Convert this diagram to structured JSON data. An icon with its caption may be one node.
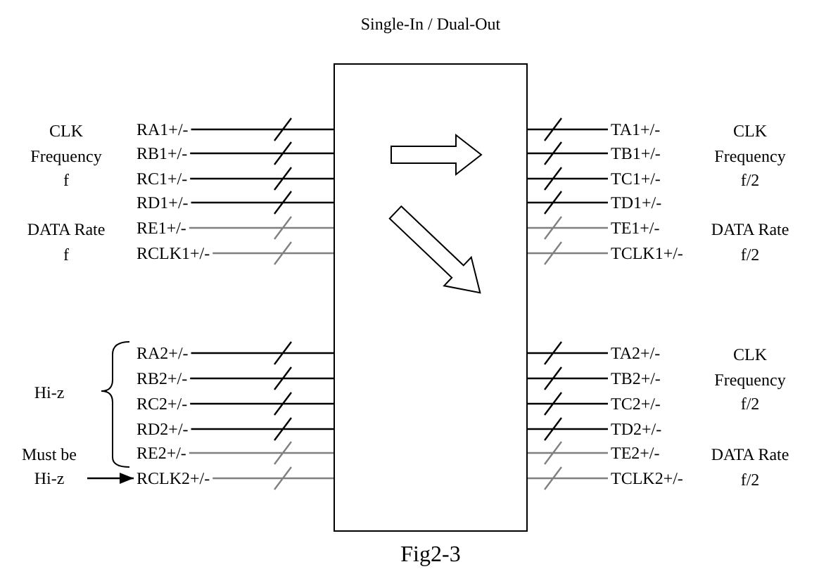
{
  "diagram": {
    "title": "Single-In / Dual-Out",
    "caption": "Fig2-3",
    "nodes": [
      {
        "text": [],
        "shape": "box"
      },
      {
        "text": [
          "RA1+/-"
        ]
      },
      {
        "text": [
          "RB1+/-"
        ]
      },
      {
        "text": [
          "RC1+/-"
        ]
      },
      {
        "text": [
          "RD1+/-"
        ]
      },
      {
        "text": [
          "RE1+/-"
        ]
      },
      {
        "text": [
          "RCLK1+/-"
        ]
      },
      {
        "text": [
          "RA2+/-"
        ]
      },
      {
        "text": [
          "RB2+/-"
        ]
      },
      {
        "text": [
          "RC2+/-"
        ]
      },
      {
        "text": [
          "RD2+/-"
        ]
      },
      {
        "text": [
          "RE2+/-"
        ]
      },
      {
        "text": [
          "RCLK2+/-"
        ]
      },
      {
        "text": [
          "TA1+/-"
        ]
      },
      {
        "text": [
          "TB1+/-"
        ]
      },
      {
        "text": [
          "TC1+/-"
        ]
      },
      {
        "text": [
          "TD1+/-"
        ]
      },
      {
        "text": [
          "TE1+/-"
        ]
      },
      {
        "text": [
          "TCLK1+/-"
        ]
      },
      {
        "text": [
          "TA2+/-"
        ]
      },
      {
        "text": [
          "TB2+/-"
        ]
      },
      {
        "text": [
          "TC2+/-"
        ]
      },
      {
        "text": [
          "TD2+/-"
        ]
      },
      {
        "text": [
          "TE2+/-"
        ]
      },
      {
        "text": [
          "TCLK2+/-"
        ]
      },
      {
        "text": [
          "Must be Hi-z"
        ]
      }
    ],
    "edges": [
      {
        "from": 1,
        "to": 0,
        "arrow": "none"
      },
      {
        "from": 2,
        "to": 0,
        "arrow": "none"
      },
      {
        "from": 3,
        "to": 0,
        "arrow": "none"
      },
      {
        "from": 4,
        "to": 0,
        "arrow": "none"
      },
      {
        "from": 5,
        "to": 0,
        "arrow": "none",
        "color": "#808080"
      },
      {
        "from": 6,
        "to": 0,
        "arrow": "none",
        "color": "#808080"
      },
      {
        "from": 7,
        "to": 0,
        "arrow": "none"
      },
      {
        "from": 8,
        "to": 0,
        "arrow": "none"
      },
      {
        "from": 9,
        "to": 0,
        "arrow": "none"
      },
      {
        "from": 10,
        "to": 0,
        "arrow": "none"
      },
      {
        "from": 11,
        "to": 0,
        "arrow": "none",
        "color": "#808080"
      },
      {
        "from": 12,
        "to": 0,
        "arrow": "none",
        "color": "#808080"
      },
      {
        "from": 0,
        "to": 13,
        "arrow": "none"
      },
      {
        "from": 0,
        "to": 14,
        "arrow": "none"
      },
      {
        "from": 0,
        "to": 15,
        "arrow": "none"
      },
      {
        "from": 0,
        "to": 16,
        "arrow": "none"
      },
      {
        "from": 0,
        "to": 17,
        "arrow": "none",
        "color": "#808080"
      },
      {
        "from": 0,
        "to": 18,
        "arrow": "none",
        "color": "#808080"
      },
      {
        "from": 0,
        "to": 19,
        "arrow": "none"
      },
      {
        "from": 0,
        "to": 20,
        "arrow": "none"
      },
      {
        "from": 0,
        "to": 21,
        "arrow": "none"
      },
      {
        "from": 0,
        "to": 22,
        "arrow": "none"
      },
      {
        "from": 0,
        "to": 23,
        "arrow": "none",
        "color": "#808080"
      },
      {
        "from": 0,
        "to": 24,
        "arrow": "none",
        "color": "#808080"
      },
      {
        "from": 25,
        "to": 12,
        "arrow": "to"
      }
    ],
    "labels": [
      "CLK Frequency f",
      "DATA Rate f",
      "Hi-z",
      "CLK Frequency f/2",
      "DATA Rate f/2",
      "CLK Frequency f/2",
      "DATA Rate f/2"
    ]
  }
}
